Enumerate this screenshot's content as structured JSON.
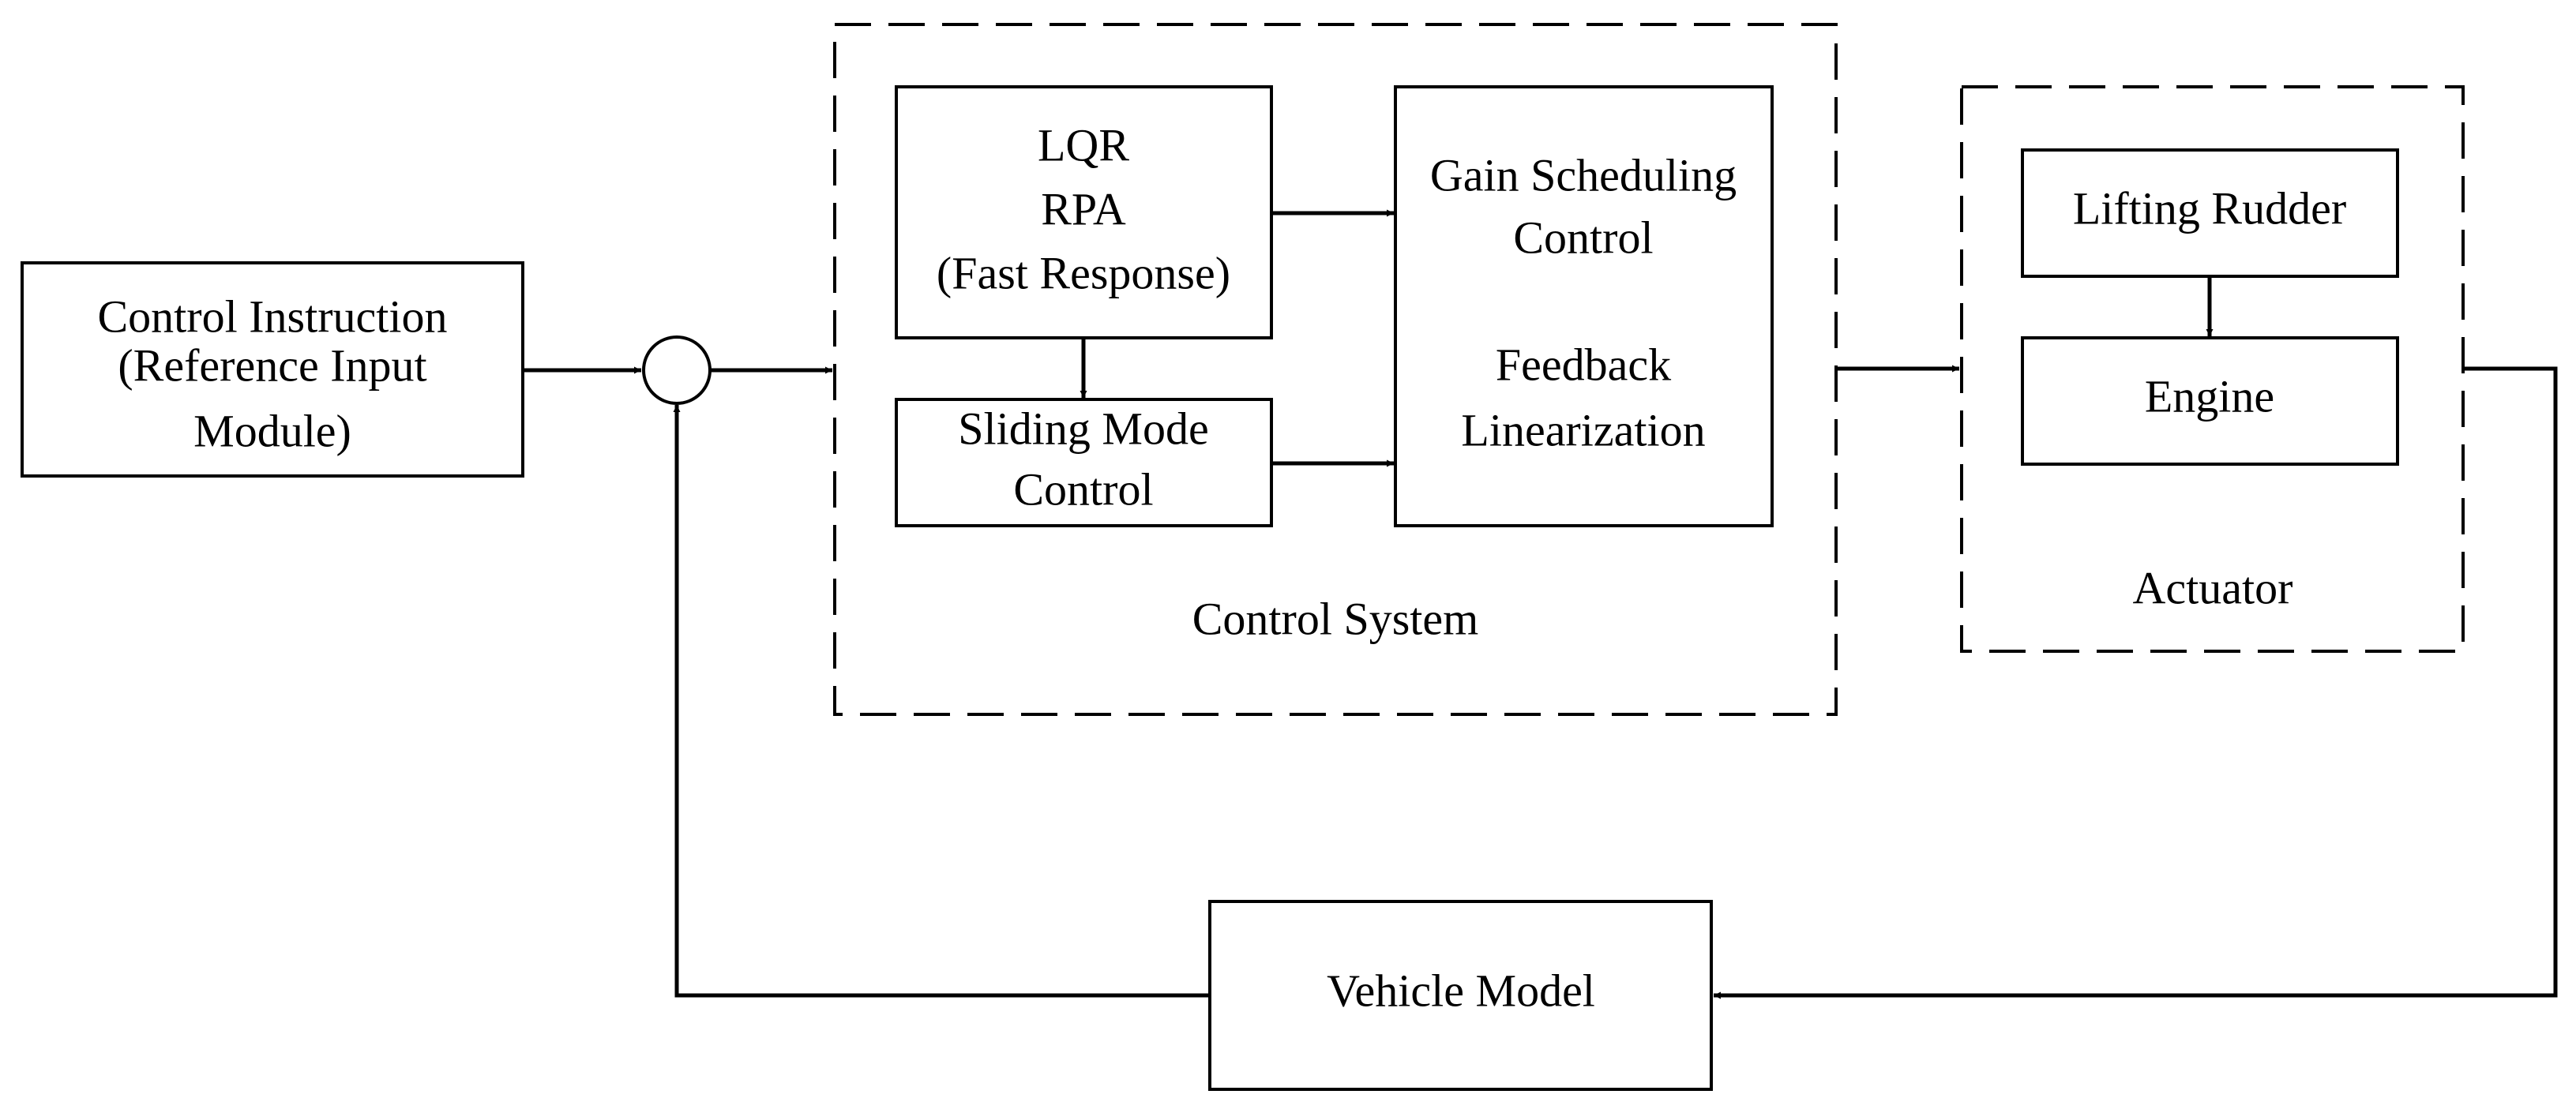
{
  "diagram": {
    "reference_input": {
      "lines": [
        "Control Instruction",
        "(Reference Input",
        "Module)"
      ]
    },
    "control_system": {
      "label": "Control System",
      "fast_response": {
        "lines": [
          "LQR",
          "RPA",
          "(Fast Response)"
        ]
      },
      "sliding_mode": {
        "lines": [
          "Sliding Mode",
          "Control"
        ]
      },
      "gain_scheduling": {
        "lines": [
          "Gain Scheduling",
          "Control"
        ]
      },
      "feedback_linearization": {
        "lines": [
          "Feedback",
          "Linearization"
        ]
      }
    },
    "actuator": {
      "label": "Actuator",
      "lifting_rudder": "Lifting Rudder",
      "engine": "Engine"
    },
    "vehicle_model": "Vehicle Model",
    "stroke_color": "#000000",
    "background_color": "#ffffff"
  }
}
